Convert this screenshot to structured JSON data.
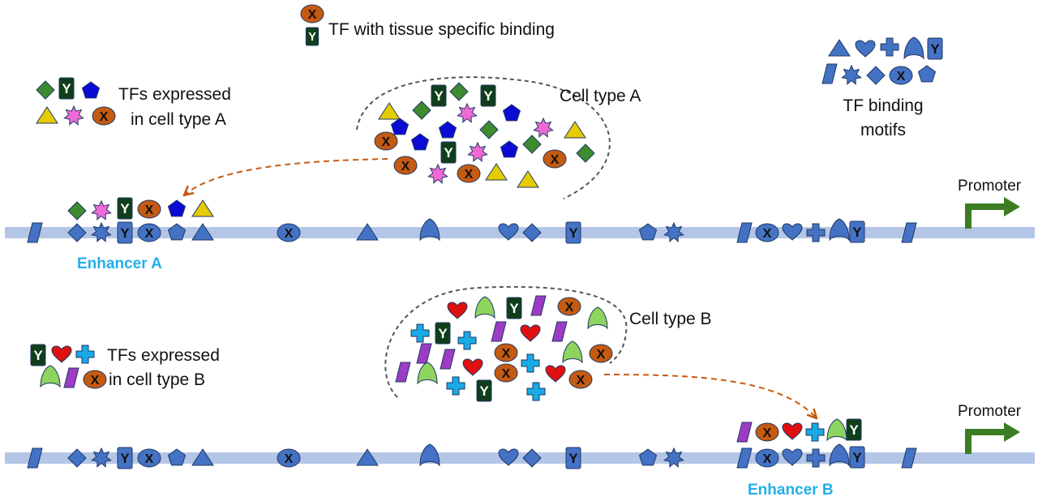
{
  "legend": {
    "tissue_specific": "TF with tissue specific binding",
    "cell_a_line1": "TFs expressed",
    "cell_a_line2": "in cell type A",
    "cell_b_line1": "TFs expressed",
    "cell_b_line2": "in cell type B",
    "motifs_line1": "TF binding",
    "motifs_line2": "motifs"
  },
  "clusters": {
    "a": "Cell type A",
    "b": "Cell type B"
  },
  "enhancers": {
    "a": "Enhancer A",
    "b": "Enhancer B"
  },
  "promoter": "Promoter",
  "glyph_letters": {
    "x": "X",
    "y": "Y"
  },
  "colors": {
    "dna_strand": "#b4c6e7",
    "motif_blue": "#4472c4",
    "tf_green": "#3d8b2f",
    "tf_dark_green": "#103e1a",
    "tf_blue": "#0b0bd4",
    "tf_yellow": "#e4cc00",
    "tf_pink": "#f06ad6",
    "tf_orange": "#c55a11",
    "tf_red": "#e01010",
    "tf_light_green": "#8ed45e",
    "tf_purple": "#9c3cc4",
    "tf_cyan": "#18a9e6",
    "enhancer_label": "#22b0ea",
    "promoter_arrow": "#3c7d23",
    "binding_arrow": "#c55a11"
  },
  "icons": [
    "diamond",
    "y-box",
    "pentagon",
    "triangle",
    "star",
    "x-ellipse",
    "heart",
    "cross",
    "arch",
    "parallelogram",
    "promoter-arrow"
  ]
}
